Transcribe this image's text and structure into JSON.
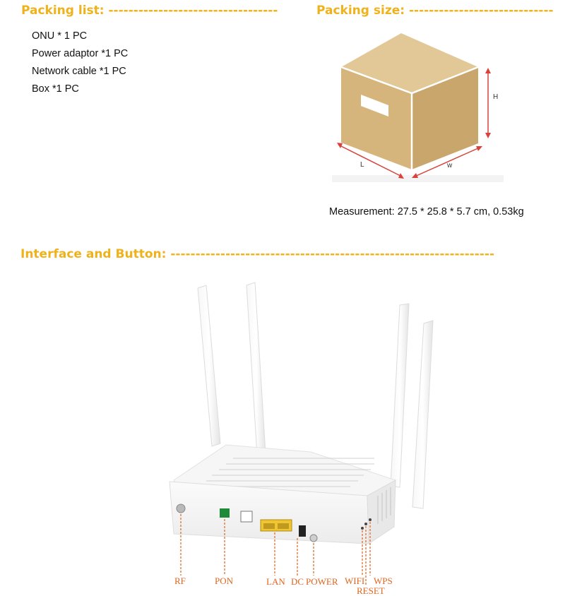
{
  "packing_list": {
    "heading": "Packing list: ----------------------------------",
    "items": [
      "ONU * 1 PC",
      "Power adaptor *1 PC",
      "Network cable *1 PC",
      "Box *1 PC"
    ]
  },
  "packing_size": {
    "heading": "Packing size: -----------------------------",
    "dim_h": "H",
    "dim_l": "L",
    "dim_w": "w",
    "measurement": "Measurement: 27.5 * 25.8 * 5.7 cm, 0.53kg"
  },
  "interface": {
    "heading": "Interface and Button: -----------------------------------------------------------------",
    "labels": {
      "rf": "RF",
      "pon": "PON",
      "lan": "LAN",
      "dc": "DC",
      "power": "POWER",
      "wifi": "WIFI",
      "wps": "WPS",
      "reset": "RESET"
    }
  },
  "colors": {
    "accent": "#f0b21b",
    "box_light": "#d8ba84",
    "box_dark": "#c9a66b",
    "label": "#e0651e",
    "arrow": "#d9423a"
  }
}
